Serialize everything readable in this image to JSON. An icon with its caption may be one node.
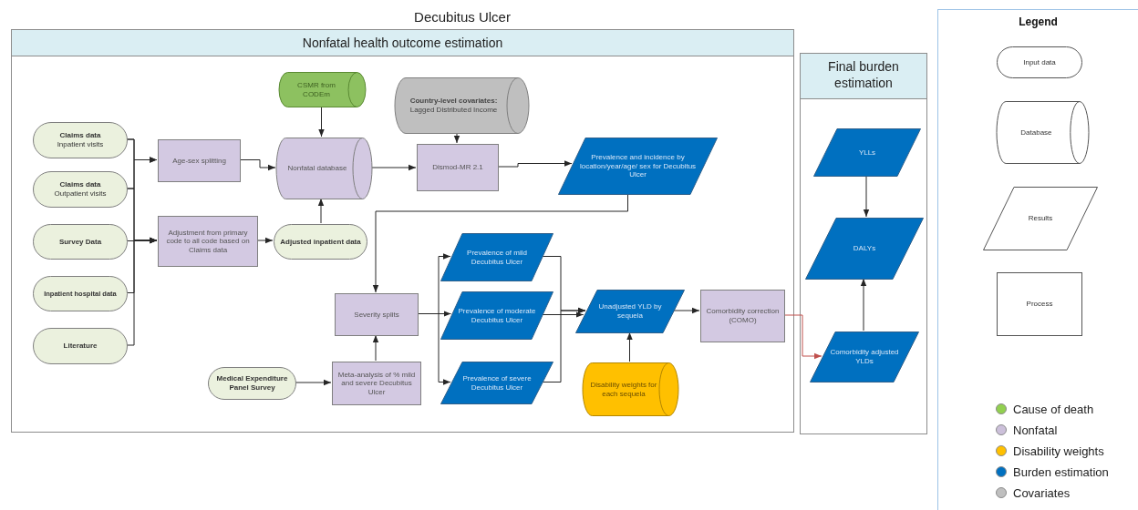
{
  "diagram": {
    "title": "Decubitus Ulcer",
    "nodes": [
      {
        "text": [
          "Nonfatal health outcome estimation"
        ]
      },
      {
        "text": [
          "Final burden estimation"
        ]
      },
      {
        "text": [
          "Legend"
        ]
      },
      {
        "text": [
          "Claims data",
          "Inpatient visits"
        ],
        "in": 0
      },
      {
        "text": [
          "Claims data",
          "Outpatient visits"
        ],
        "in": 0
      },
      {
        "text": [
          "Survey Data"
        ],
        "in": 0
      },
      {
        "text": [
          "Inpatient hospital data"
        ],
        "in": 0
      },
      {
        "text": [
          "Literature"
        ],
        "in": 0
      },
      {
        "text": [
          "Age-sex splitting"
        ],
        "in": 0
      },
      {
        "text": [
          "Adjustment from primary code to all code based on Claims data"
        ],
        "in": 0
      },
      {
        "text": [
          "CSMR from CODEm"
        ],
        "in": 0
      },
      {
        "text": [
          "Nonfatal database"
        ],
        "in": 0
      },
      {
        "text": [
          "Adjusted inpatient data"
        ],
        "in": 0
      },
      {
        "text": [
          "Country-level covariates:",
          "Lagged Distributed Income"
        ],
        "in": 0
      },
      {
        "text": [
          "Dismod-MR 2.1"
        ],
        "in": 0
      },
      {
        "text": [
          "Prevalence and incidence by location/year/age/ sex for Decubitus Ulcer"
        ],
        "in": 0
      },
      {
        "text": [
          "Severity splits"
        ],
        "in": 0
      },
      {
        "text": [
          "Medical Expenditure Panel Survey"
        ],
        "in": 0
      },
      {
        "text": [
          "Meta-analysis of % mild and severe Decubitus Ulcer"
        ],
        "in": 0
      },
      {
        "text": [
          "Prevalence of mild Decubitus Ulcer"
        ],
        "in": 0
      },
      {
        "text": [
          "Prevalence of moderate Decubitus Ulcer"
        ],
        "in": 0
      },
      {
        "text": [
          "Prevalence of severe Decubitus Ulcer"
        ],
        "in": 0
      },
      {
        "text": [
          "Unadjusted YLD by sequela"
        ],
        "in": 0
      },
      {
        "text": [
          "Disability weights for each sequela"
        ],
        "in": 0
      },
      {
        "text": [
          "Comorbidity correction (COMO)"
        ],
        "in": 0
      },
      {
        "text": [
          "YLLs"
        ],
        "in": 1
      },
      {
        "text": [
          "DALYs"
        ],
        "in": 1
      },
      {
        "text": [
          "Comorbidity adjusted YLDs"
        ],
        "in": 1
      },
      {
        "text": [
          "Input data"
        ],
        "in": 2
      },
      {
        "text": [
          "Database"
        ],
        "in": 2
      },
      {
        "text": [
          "Results"
        ],
        "in": 2
      },
      {
        "text": [
          "Process"
        ],
        "in": 2
      }
    ],
    "edges": [
      {
        "from": 3,
        "to": 8,
        "arrow": "to"
      },
      {
        "from": 4,
        "to": 8,
        "arrow": "to"
      },
      {
        "from": 3,
        "to": 9,
        "arrow": "to"
      },
      {
        "from": 4,
        "to": 9,
        "arrow": "to"
      },
      {
        "from": 5,
        "to": 9,
        "arrow": "to"
      },
      {
        "from": 6,
        "to": 9,
        "arrow": "to"
      },
      {
        "from": 7,
        "to": 9,
        "arrow": "to"
      },
      {
        "from": 8,
        "to": 11,
        "arrow": "to"
      },
      {
        "from": 10,
        "to": 11,
        "arrow": "to"
      },
      {
        "from": 9,
        "to": 12,
        "arrow": "to"
      },
      {
        "from": 12,
        "to": 11,
        "arrow": "to"
      },
      {
        "from": 11,
        "to": 14,
        "arrow": "to"
      },
      {
        "from": 13,
        "to": 14,
        "arrow": "to"
      },
      {
        "from": 14,
        "to": 15,
        "arrow": "to"
      },
      {
        "from": 15,
        "to": 16,
        "arrow": "to"
      },
      {
        "from": 18,
        "to": 16,
        "arrow": "to"
      },
      {
        "from": 17,
        "to": 18,
        "arrow": "to"
      },
      {
        "from": 16,
        "to": 19,
        "arrow": "to"
      },
      {
        "from": 16,
        "to": 20,
        "arrow": "to"
      },
      {
        "from": 16,
        "to": 21,
        "arrow": "to"
      },
      {
        "from": 19,
        "to": 22,
        "arrow": "to"
      },
      {
        "from": 20,
        "to": 22,
        "arrow": "to"
      },
      {
        "from": 21,
        "to": 22,
        "arrow": "to"
      },
      {
        "from": 23,
        "to": 22,
        "arrow": "to"
      },
      {
        "from": 22,
        "to": 24,
        "arrow": "to"
      },
      {
        "from": 24,
        "to": 27,
        "arrow": "to",
        "color": "#c0504d"
      },
      {
        "from": 25,
        "to": 26,
        "arrow": "to"
      },
      {
        "from": 27,
        "to": 26,
        "arrow": "to"
      }
    ],
    "legend": [
      {
        "text": "Cause of death",
        "color": "#92d050"
      },
      {
        "text": "Nonfatal",
        "color": "#ccc0da"
      },
      {
        "text": "Disability weights",
        "color": "#ffc000"
      },
      {
        "text": "Burden estimation",
        "color": "#0070c0"
      },
      {
        "text": "Covariates",
        "color": "#bfbfbf"
      }
    ]
  }
}
